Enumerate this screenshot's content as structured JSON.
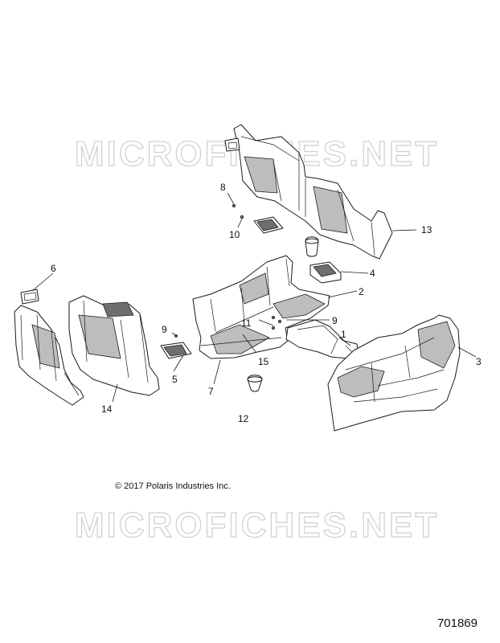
{
  "watermark": "MICROFICHES.NET",
  "copyright": "© 2017 Polaris Industries Inc.",
  "figure_number": "701869",
  "callouts": [
    "1",
    "2",
    "3",
    "4",
    "5",
    "6",
    "7",
    "8",
    "9",
    "9",
    "10",
    "11",
    "12",
    "13",
    "14",
    "15"
  ]
}
